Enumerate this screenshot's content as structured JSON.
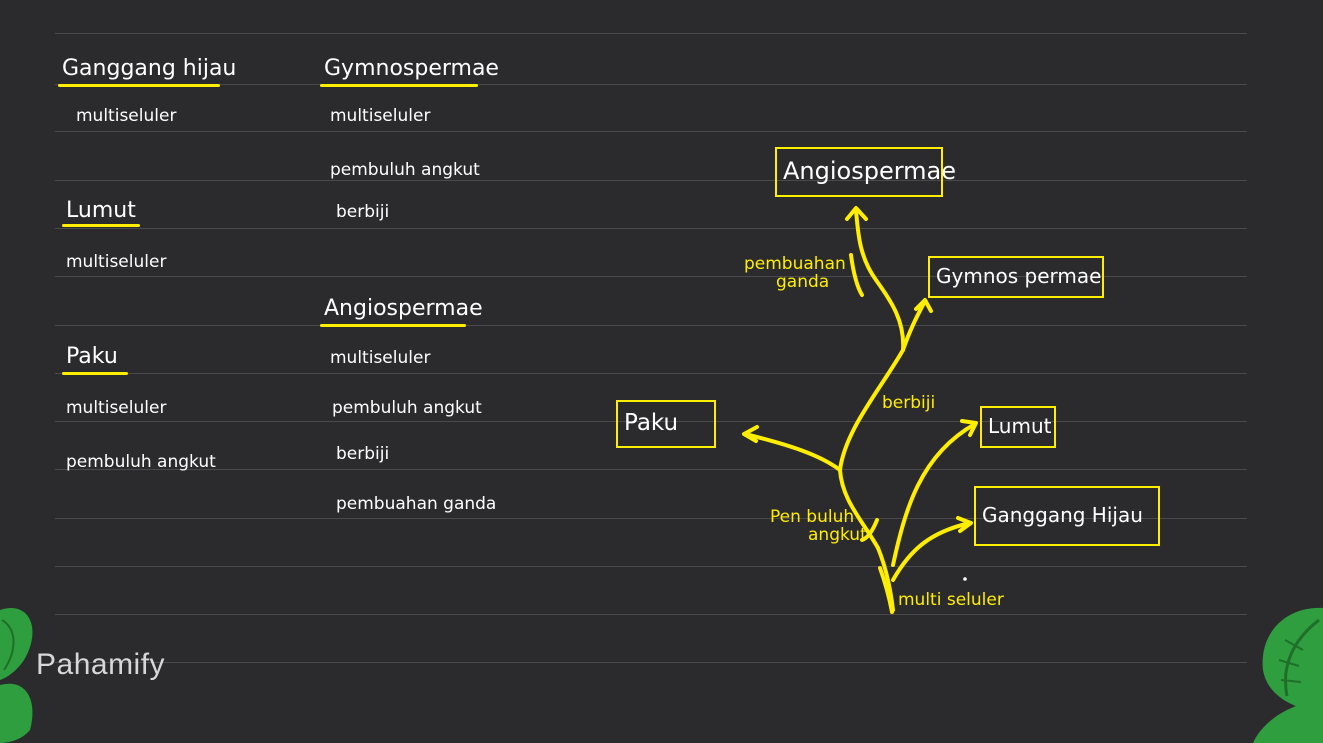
{
  "left_column": {
    "ganggang": {
      "title": "Ganggang hijau",
      "traits": [
        "multiseluler"
      ]
    },
    "lumut": {
      "title": "Lumut",
      "traits": [
        "multiseluler"
      ]
    },
    "paku": {
      "title": "Paku",
      "traits": [
        "multiseluler",
        "pembuluh angkut"
      ]
    }
  },
  "right_column": {
    "gymno": {
      "title": "Gymnospermae",
      "traits": [
        "multiseluler",
        "pembuluh angkut",
        "berbiji"
      ]
    },
    "angio": {
      "title": "Angiospermae",
      "traits": [
        "multiseluler",
        "pembuluh angkut",
        "berbiji",
        "pembuahan ganda"
      ]
    }
  },
  "tree": {
    "boxes": {
      "angiospermae": "Angiospermae",
      "gymnospermae": "Gymnos permae",
      "paku": "Paku",
      "lumut": "Lumut",
      "ganggang_hijau": "Ganggang Hijau"
    },
    "traits": {
      "pembuahan_ganda_line1": "pembuahan",
      "pembuahan_ganda_line2": "ganda",
      "berbiji": "berbiji",
      "pembuluh_angkut_line1": "Pen buluh",
      "pembuluh_angkut_line2": "angkut",
      "multiseluler": "multi seluler"
    }
  },
  "brand": {
    "name": "Pahamify"
  },
  "colors": {
    "background": "#2b2b2d",
    "highlight": "#ffee00",
    "text": "#ffffff",
    "leaf": "#2e9e3f"
  }
}
